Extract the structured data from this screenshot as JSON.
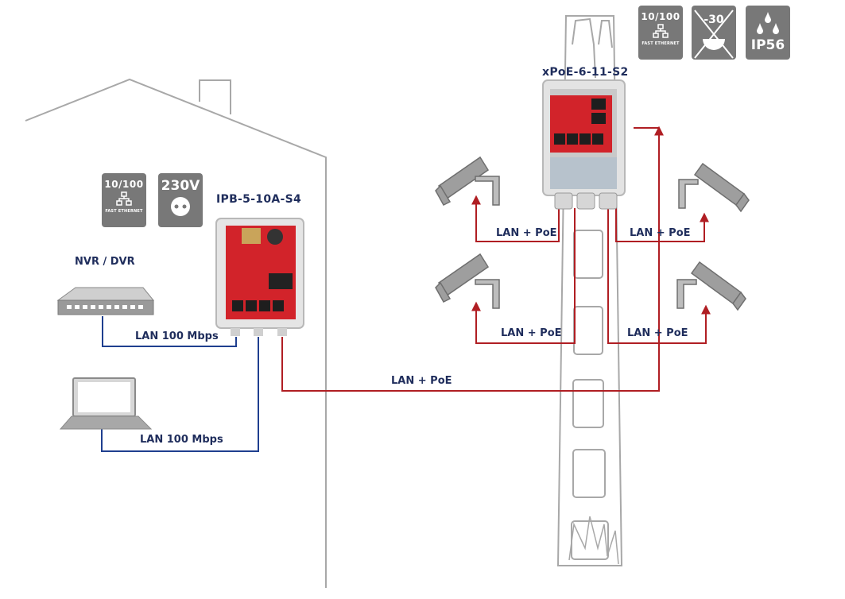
{
  "devices": {
    "switch_main": {
      "name": "IPB-5-10A-S4"
    },
    "switch_pole": {
      "name": "xPoE-6-11-S2"
    },
    "nvr": {
      "name": "NVR / DVR"
    }
  },
  "links": {
    "nvr_lan": "LAN 100 Mbps",
    "laptop_lan": "LAN 100 Mbps",
    "uplink": "LAN + PoE",
    "cam_top_left": "LAN + PoE",
    "cam_top_right": "LAN + PoE",
    "cam_bottom_left": "LAN + PoE",
    "cam_bottom_right": "LAN + PoE"
  },
  "badges": {
    "main_ethernet": {
      "speed": "10/100",
      "caption": "FAST ETHERNET"
    },
    "main_power": {
      "voltage": "230V"
    },
    "pole_ethernet": {
      "speed": "10/100",
      "caption": "FAST ETHERNET"
    },
    "pole_temperature": {
      "value": "-30"
    },
    "pole_ip": {
      "rating": "IP56"
    }
  },
  "colors": {
    "lan_line": "#1f3f8f",
    "poe_line": "#b01e23",
    "outline": "#a3a3a3",
    "badge": "#787878",
    "label": "#1f2d5c"
  }
}
